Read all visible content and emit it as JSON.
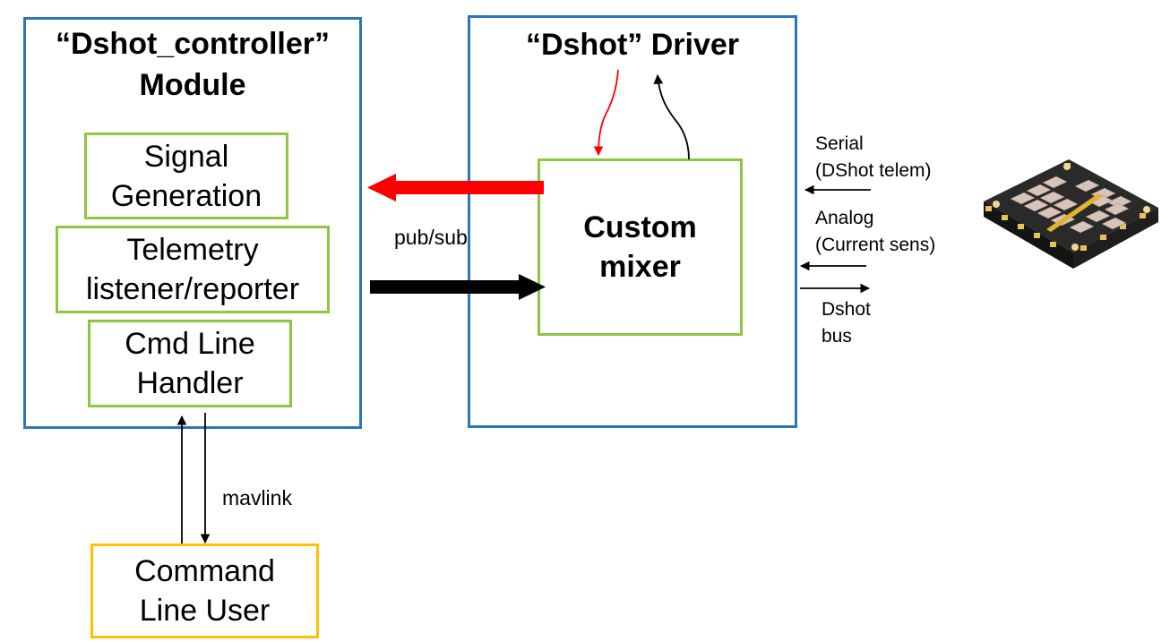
{
  "module": {
    "title_line1": "“Dshot_controller”",
    "title_line2": "Module",
    "signal": {
      "line1": "Signal",
      "line2": "Generation"
    },
    "telemetry": {
      "line1": "Telemetry",
      "line2": "listener/reporter"
    },
    "cmdline": {
      "line1": "Cmd Line",
      "line2": "Handler"
    }
  },
  "driver": {
    "title": "“Dshot” Driver",
    "mixer": {
      "line1": "Custom",
      "line2": "mixer"
    }
  },
  "user": {
    "line1": "Command",
    "line2": "Line User"
  },
  "labels": {
    "pubsub": "pub/sub",
    "mavlink": "mavlink",
    "serial_line1": "Serial",
    "serial_line2": "(DShot telem)",
    "analog_line1": "Analog",
    "analog_line2": "(Current sens)",
    "dshot_line1": "Dshot",
    "dshot_line2": "bus"
  },
  "colors": {
    "module_border": "#2E75B6",
    "component_border": "#8DC63F",
    "user_border": "#FFC000",
    "red_arrow": "#FF0000",
    "black_arrow": "#000000"
  },
  "icons": {
    "esc_board": "esc-board-image"
  }
}
